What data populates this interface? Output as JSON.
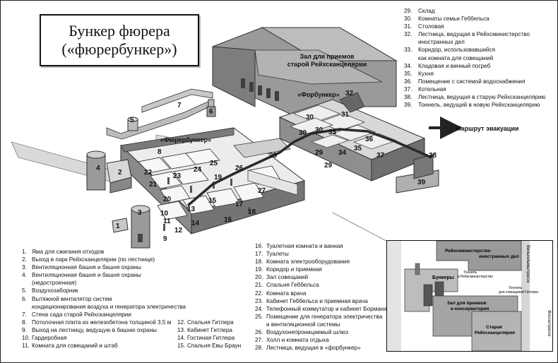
{
  "title": {
    "line1": "Бункер фюрера",
    "line2": "(«фюрербункер»)"
  },
  "building_labels": {
    "hall": "Зал для приемов",
    "hall2": "старой Рейхсканцелярии",
    "vorbunker": "«Форбункер»",
    "fuhrerbunker": "«Фюрербункер»",
    "evac": "Маршрут эвакуации"
  },
  "room_numbers": [
    "1",
    "2",
    "3",
    "4",
    "5",
    "6",
    "7",
    "8",
    "9",
    "10",
    "11",
    "12",
    "13",
    "14",
    "15",
    "16",
    "17",
    "18",
    "19",
    "20",
    "21",
    "22",
    "23",
    "24",
    "25",
    "26",
    "27",
    "28",
    "29",
    "29",
    "30",
    "30",
    "30",
    "31",
    "32",
    "33",
    "34",
    "35",
    "36",
    "37",
    "38",
    "39"
  ],
  "legend_left": [
    {
      "n": "1.",
      "t": "Яма для сжигания отходов"
    },
    {
      "n": "2.",
      "t": "Выход в парк Рейхсканцелярии (по лестнице)"
    },
    {
      "n": "3.",
      "t": "Вентиляционная башня и башня охраны"
    },
    {
      "n": "4.",
      "t": "Вентиляционная башня и башня охраны"
    },
    {
      "n": "",
      "t": "(недостроенная)"
    },
    {
      "n": "5.",
      "t": "Воздухозаборник"
    },
    {
      "n": "6.",
      "t": "Вытяжной вентилятор систем"
    },
    {
      "n": "",
      "t": "кондиционирования воздуха и генератора электричества"
    },
    {
      "n": "7.",
      "t": "Стена сада старой Рейхсканцелярии"
    },
    {
      "n": "8.",
      "t": "Потолочная плита из железобетона толщиной 3,5 м"
    },
    {
      "n": "9.",
      "t": "Выход на лестницу, ведущую в башню охраны"
    },
    {
      "n": "10.",
      "t": "Гардеробная"
    },
    {
      "n": "11.",
      "t": "Комната для совещаний и штаб"
    }
  ],
  "legend_low": [
    {
      "n": "12.",
      "t": "Спальня Гитлера"
    },
    {
      "n": "13.",
      "t": "Кабинет Гитлера"
    },
    {
      "n": "14.",
      "t": "Гостиная Гитлера"
    },
    {
      "n": "15.",
      "t": "Спальня Евы Браун"
    }
  ],
  "legend_mid": [
    {
      "n": "16.",
      "t": "Туалетная комнатa и ванная"
    },
    {
      "n": "17.",
      "t": "Туалеты"
    },
    {
      "n": "18.",
      "t": "Комната электрооборудования"
    },
    {
      "n": "19.",
      "t": "Коридор и приемная"
    },
    {
      "n": "20.",
      "t": "Зал совещаний"
    },
    {
      "n": "21.",
      "t": "Спальня Геббельса"
    },
    {
      "n": "22.",
      "t": "Комната врача"
    },
    {
      "n": "23.",
      "t": "Кабинет Геббельса и приемная врача"
    },
    {
      "n": "24.",
      "t": "Телефонный коммутатор и кабинет Бормана"
    },
    {
      "n": "25.",
      "t": "Помещение для генератора электричества"
    },
    {
      "n": "",
      "t": "и вентиляционной системы"
    },
    {
      "n": "26.",
      "t": "Воздухонепроницаемый шлюз"
    },
    {
      "n": "27.",
      "t": "Холл и комната отдыха"
    },
    {
      "n": "28.",
      "t": "Лестница, ведущая в «форбункер»"
    }
  ],
  "legend_right": [
    {
      "n": "29.",
      "t": "Склад"
    },
    {
      "n": "30.",
      "t": "Комнаты семьи Геббельса"
    },
    {
      "n": "31.",
      "t": "Столовая"
    },
    {
      "n": "32.",
      "t": "Лестница, ведущая в Рейхсминистерство"
    },
    {
      "n": "",
      "t": "иностранных дел"
    },
    {
      "n": "33.",
      "t": "Коридор, использовавшийся"
    },
    {
      "n": "",
      "t": "как комната для совещаний"
    },
    {
      "n": "34.",
      "t": "Кладовая и винный погреб"
    },
    {
      "n": "35.",
      "t": "Кухня"
    },
    {
      "n": "36.",
      "t": "Помещение с системой водоснабжения"
    },
    {
      "n": "37.",
      "t": "Котельная"
    },
    {
      "n": "38.",
      "t": "Лестница, ведущая в старую Рейхсканцелярию"
    },
    {
      "n": "39.",
      "t": "Тоннель, ведущий в новую Рейхсканцелярию"
    }
  ],
  "map": {
    "ministry": "Рейхсминистерство",
    "ministry2": "иностранных дел",
    "bunkers": "Бункеры",
    "hall": "Зал для приемов",
    "hall2": "и консерватория",
    "old": "Старая",
    "old2": "Рейхсканцелярия",
    "street_v": "Вильгельмштрассе",
    "street_h": "Фоссштрассе",
    "tunnel_a": "Тоннель",
    "tunnel_a2": "в Рейхсминистерство",
    "tunnel_b": "Тоннель",
    "tunnel_b2": "для совещаний Гитлера"
  },
  "colors": {
    "wall": "#8c8c8c",
    "roof": "#a9a9a9",
    "floor": "#e6e6e6",
    "dark": "#555555",
    "route": "#333333"
  }
}
